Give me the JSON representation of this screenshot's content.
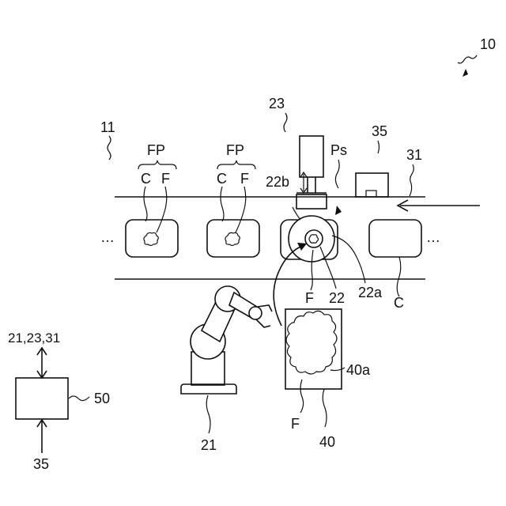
{
  "figure": {
    "refs": {
      "system": "10",
      "conveyor_area": "11",
      "robot": "21",
      "holder": "22",
      "holder_body": "22a",
      "holder_recess": "22b",
      "pusher": "23",
      "conveyor": "31",
      "sensor": "35",
      "container_bin": "40",
      "bin_opening": "40a",
      "controller": "50",
      "food_item": "F",
      "food_pack": "FP",
      "container": "C",
      "place_position": "Ps"
    },
    "ellipsis": "…",
    "controller_inputs_top": "21,23,31",
    "controller_input_bottom": "35"
  }
}
